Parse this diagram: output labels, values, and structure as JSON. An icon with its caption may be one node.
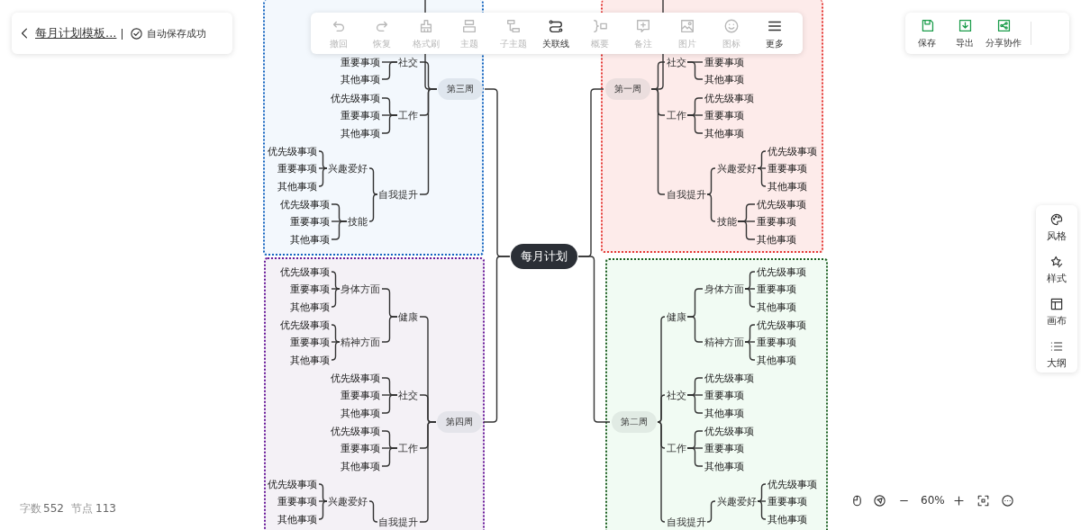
{
  "diagram": {
    "nodes": [
      {
        "text": [
          "每月计划"
        ]
      },
      {
        "text": [],
        "shape": "box"
      },
      {
        "text": [
          "第一周"
        ],
        "in": 1
      },
      {
        "text": [
          "社交"
        ],
        "in": 1
      },
      {
        "text": [
          "重要事项"
        ],
        "in": 1
      },
      {
        "text": [
          "其他事项"
        ],
        "in": 1
      },
      {
        "text": [
          "工作"
        ],
        "in": 1
      },
      {
        "text": [
          "优先级事项"
        ],
        "in": 1
      },
      {
        "text": [
          "重要事项"
        ],
        "in": 1
      },
      {
        "text": [
          "其他事项"
        ],
        "in": 1
      },
      {
        "text": [
          "自我提升"
        ],
        "in": 1
      },
      {
        "text": [
          "兴趣爱好"
        ],
        "in": 1
      },
      {
        "text": [
          "优先级事项"
        ],
        "in": 1
      },
      {
        "text": [
          "重要事项"
        ],
        "in": 1
      },
      {
        "text": [
          "其他事项"
        ],
        "in": 1
      },
      {
        "text": [
          "技能"
        ],
        "in": 1
      },
      {
        "text": [
          "优先级事项"
        ],
        "in": 1
      },
      {
        "text": [
          "重要事项"
        ],
        "in": 1
      },
      {
        "text": [
          "其他事项"
        ],
        "in": 1
      },
      {
        "text": [],
        "shape": "box"
      },
      {
        "text": [
          "第二周"
        ],
        "in": 19
      },
      {
        "text": [
          "健康"
        ],
        "in": 19
      },
      {
        "text": [
          "身体方面"
        ],
        "in": 19
      },
      {
        "text": [
          "优先级事项"
        ],
        "in": 19
      },
      {
        "text": [
          "重要事项"
        ],
        "in": 19
      },
      {
        "text": [
          "其他事项"
        ],
        "in": 19
      },
      {
        "text": [
          "精神方面"
        ],
        "in": 19
      },
      {
        "text": [
          "优先级事项"
        ],
        "in": 19
      },
      {
        "text": [
          "重要事项"
        ],
        "in": 19
      },
      {
        "text": [
          "其他事项"
        ],
        "in": 19
      },
      {
        "text": [
          "社交"
        ],
        "in": 19
      },
      {
        "text": [
          "优先级事项"
        ],
        "in": 19
      },
      {
        "text": [
          "重要事项"
        ],
        "in": 19
      },
      {
        "text": [
          "其他事项"
        ],
        "in": 19
      },
      {
        "text": [
          "工作"
        ],
        "in": 19
      },
      {
        "text": [
          "优先级事项"
        ],
        "in": 19
      },
      {
        "text": [
          "重要事项"
        ],
        "in": 19
      },
      {
        "text": [
          "其他事项"
        ],
        "in": 19
      },
      {
        "text": [
          "自我提升"
        ],
        "in": 19
      },
      {
        "text": [
          "兴趣爱好"
        ],
        "in": 19
      },
      {
        "text": [
          "优先级事项"
        ],
        "in": 19
      },
      {
        "text": [
          "重要事项"
        ],
        "in": 19
      },
      {
        "text": [
          "其他事项"
        ],
        "in": 19
      },
      {
        "text": [],
        "shape": "box"
      },
      {
        "text": [
          "第三周"
        ],
        "in": 43
      },
      {
        "text": [
          "社交"
        ],
        "in": 43
      },
      {
        "text": [
          "重要事项"
        ],
        "in": 43
      },
      {
        "text": [
          "其他事项"
        ],
        "in": 43
      },
      {
        "text": [
          "工作"
        ],
        "in": 43
      },
      {
        "text": [
          "优先级事项"
        ],
        "in": 43
      },
      {
        "text": [
          "重要事项"
        ],
        "in": 43
      },
      {
        "text": [
          "其他事项"
        ],
        "in": 43
      },
      {
        "text": [
          "自我提升"
        ],
        "in": 43
      },
      {
        "text": [
          "兴趣爱好"
        ],
        "in": 43
      },
      {
        "text": [
          "优先级事项"
        ],
        "in": 43
      },
      {
        "text": [
          "重要事项"
        ],
        "in": 43
      },
      {
        "text": [
          "其他事项"
        ],
        "in": 43
      },
      {
        "text": [
          "技能"
        ],
        "in": 43
      },
      {
        "text": [
          "优先级事项"
        ],
        "in": 43
      },
      {
        "text": [
          "重要事项"
        ],
        "in": 43
      },
      {
        "text": [
          "其他事项"
        ],
        "in": 43
      },
      {
        "text": [],
        "shape": "box"
      },
      {
        "text": [
          "第四周"
        ],
        "in": 61
      },
      {
        "text": [
          "健康"
        ],
        "in": 61
      },
      {
        "text": [
          "身体方面"
        ],
        "in": 61
      },
      {
        "text": [
          "优先级事项"
        ],
        "in": 61
      },
      {
        "text": [
          "重要事项"
        ],
        "in": 61
      },
      {
        "text": [
          "其他事项"
        ],
        "in": 61
      },
      {
        "text": [
          "精神方面"
        ],
        "in": 61
      },
      {
        "text": [
          "优先级事项"
        ],
        "in": 61
      },
      {
        "text": [
          "重要事项"
        ],
        "in": 61
      },
      {
        "text": [
          "其他事项"
        ],
        "in": 61
      },
      {
        "text": [
          "社交"
        ],
        "in": 61
      },
      {
        "text": [
          "优先级事项"
        ],
        "in": 61
      },
      {
        "text": [
          "重要事项"
        ],
        "in": 61
      },
      {
        "text": [
          "其他事项"
        ],
        "in": 61
      },
      {
        "text": [
          "工作"
        ],
        "in": 61
      },
      {
        "text": [
          "优先级事项"
        ],
        "in": 61
      },
      {
        "text": [
          "重要事项"
        ],
        "in": 61
      },
      {
        "text": [
          "其他事项"
        ],
        "in": 61
      },
      {
        "text": [
          "自我提升"
        ],
        "in": 61
      },
      {
        "text": [
          "兴趣爱好"
        ],
        "in": 61
      },
      {
        "text": [
          "优先级事项"
        ],
        "in": 61
      },
      {
        "text": [
          "重要事项"
        ],
        "in": 61
      },
      {
        "text": [
          "其他事项"
        ],
        "in": 61
      }
    ],
    "edges": [
      {
        "from": 0,
        "to": 2,
        "arrow": "none"
      },
      {
        "from": 0,
        "to": 20,
        "arrow": "none"
      },
      {
        "from": 0,
        "to": 44,
        "arrow": "none"
      },
      {
        "from": 0,
        "to": 62,
        "arrow": "none"
      },
      {
        "from": 2,
        "to": null,
        "arrow": "none"
      },
      {
        "from": 2,
        "to": 3,
        "arrow": "none"
      },
      {
        "from": 3,
        "to": 4,
        "arrow": "none"
      },
      {
        "from": 3,
        "to": 5,
        "arrow": "none"
      },
      {
        "from": 2,
        "to": 6,
        "arrow": "none"
      },
      {
        "from": 6,
        "to": 7,
        "arrow": "none"
      },
      {
        "from": 6,
        "to": 8,
        "arrow": "none"
      },
      {
        "from": 6,
        "to": 9,
        "arrow": "none"
      },
      {
        "from": 2,
        "to": 10,
        "arrow": "none"
      },
      {
        "from": 10,
        "to": 11,
        "arrow": "none"
      },
      {
        "from": 11,
        "to": 12,
        "arrow": "none"
      },
      {
        "from": 11,
        "to": 13,
        "arrow": "none"
      },
      {
        "from": 11,
        "to": 14,
        "arrow": "none"
      },
      {
        "from": 10,
        "to": 15,
        "arrow": "none"
      },
      {
        "from": 15,
        "to": 16,
        "arrow": "none"
      },
      {
        "from": 15,
        "to": 17,
        "arrow": "none"
      },
      {
        "from": 15,
        "to": 18,
        "arrow": "none"
      },
      {
        "from": 20,
        "to": 21,
        "arrow": "none"
      },
      {
        "from": 21,
        "to": 22,
        "arrow": "none"
      },
      {
        "from": 22,
        "to": 23,
        "arrow": "none"
      },
      {
        "from": 22,
        "to": 24,
        "arrow": "none"
      },
      {
        "from": 22,
        "to": 25,
        "arrow": "none"
      },
      {
        "from": 21,
        "to": 26,
        "arrow": "none"
      },
      {
        "from": 26,
        "to": 27,
        "arrow": "none"
      },
      {
        "from": 26,
        "to": 28,
        "arrow": "none"
      },
      {
        "from": 26,
        "to": 29,
        "arrow": "none"
      },
      {
        "from": 20,
        "to": 30,
        "arrow": "none"
      },
      {
        "from": 30,
        "to": 31,
        "arrow": "none"
      },
      {
        "from": 30,
        "to": 32,
        "arrow": "none"
      },
      {
        "from": 30,
        "to": 33,
        "arrow": "none"
      },
      {
        "from": 20,
        "to": 34,
        "arrow": "none"
      },
      {
        "from": 34,
        "to": 35,
        "arrow": "none"
      },
      {
        "from": 34,
        "to": 36,
        "arrow": "none"
      },
      {
        "from": 34,
        "to": 37,
        "arrow": "none"
      },
      {
        "from": 20,
        "to": 38,
        "arrow": "none"
      },
      {
        "from": 38,
        "to": 39,
        "arrow": "none"
      },
      {
        "from": 39,
        "to": 40,
        "arrow": "none"
      },
      {
        "from": 39,
        "to": 41,
        "arrow": "none"
      },
      {
        "from": 39,
        "to": 42,
        "arrow": "none"
      },
      {
        "from": 44,
        "to": null,
        "arrow": "none"
      },
      {
        "from": 44,
        "to": 45,
        "arrow": "none"
      },
      {
        "from": 45,
        "to": 46,
        "arrow": "none"
      },
      {
        "from": 45,
        "to": 47,
        "arrow": "none"
      },
      {
        "from": 44,
        "to": 48,
        "arrow": "none"
      },
      {
        "from": 48,
        "to": 49,
        "arrow": "none"
      },
      {
        "from": 48,
        "to": 50,
        "arrow": "none"
      },
      {
        "from": 48,
        "to": 51,
        "arrow": "none"
      },
      {
        "from": 44,
        "to": 52,
        "arrow": "none"
      },
      {
        "from": 52,
        "to": 53,
        "arrow": "none"
      },
      {
        "from": 53,
        "to": 54,
        "arrow": "none"
      },
      {
        "from": 53,
        "to": 55,
        "arrow": "none"
      },
      {
        "from": 53,
        "to": 56,
        "arrow": "none"
      },
      {
        "from": 52,
        "to": 57,
        "arrow": "none"
      },
      {
        "from": 57,
        "to": 58,
        "arrow": "none"
      },
      {
        "from": 57,
        "to": 59,
        "arrow": "none"
      },
      {
        "from": 57,
        "to": 60,
        "arrow": "none"
      },
      {
        "from": 62,
        "to": 63,
        "arrow": "none"
      },
      {
        "from": 63,
        "to": 64,
        "arrow": "none"
      },
      {
        "from": 64,
        "to": 65,
        "arrow": "none"
      },
      {
        "from": 64,
        "to": 66,
        "arrow": "none"
      },
      {
        "from": 64,
        "to": 67,
        "arrow": "none"
      },
      {
        "from": 63,
        "to": 68,
        "arrow": "none"
      },
      {
        "from": 68,
        "to": 69,
        "arrow": "none"
      },
      {
        "from": 68,
        "to": 70,
        "arrow": "none"
      },
      {
        "from": 68,
        "to": 71,
        "arrow": "none"
      },
      {
        "from": 62,
        "to": 72,
        "arrow": "none"
      },
      {
        "from": 72,
        "to": 73,
        "arrow": "none"
      },
      {
        "from": 72,
        "to": 74,
        "arrow": "none"
      },
      {
        "from": 72,
        "to": 75,
        "arrow": "none"
      },
      {
        "from": 62,
        "to": 76,
        "arrow": "none"
      },
      {
        "from": 76,
        "to": 77,
        "arrow": "none"
      },
      {
        "from": 76,
        "to": 78,
        "arrow": "none"
      },
      {
        "from": 76,
        "to": 79,
        "arrow": "none"
      },
      {
        "from": 62,
        "to": 80,
        "arrow": "none"
      },
      {
        "from": 80,
        "to": 81,
        "arrow": "none"
      },
      {
        "from": 81,
        "to": 82,
        "arrow": "none"
      },
      {
        "from": 81,
        "to": 83,
        "arrow": "none"
      },
      {
        "from": 81,
        "to": 84,
        "arrow": "none"
      }
    ],
    "labels": [
      "每月计划模板...",
      "自动保存成功",
      "撤回",
      "恢复",
      "格式刷",
      "主题",
      "子主题",
      "关联线",
      "概要",
      "备注",
      "图片",
      "图标",
      "更多",
      "保存",
      "导出",
      "分享协作",
      "风格",
      "样式",
      "画布",
      "大纲",
      "字数",
      "552",
      "节点",
      "113",
      "60%"
    ]
  }
}
